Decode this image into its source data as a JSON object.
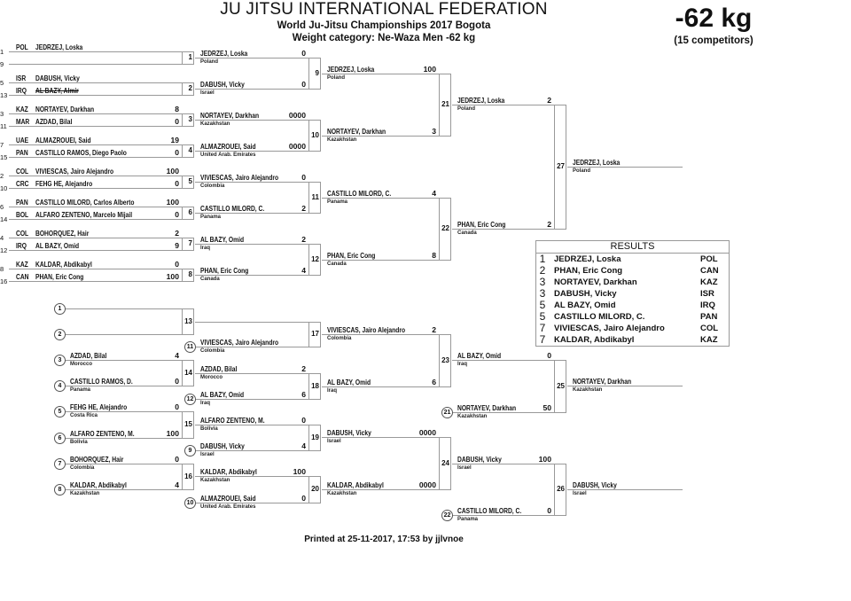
{
  "header": {
    "title": "JU JITSU INTERNATIONAL FEDERATION",
    "event": "World Ju-Jitsu Championships 2017 Bogota",
    "category": "Weight category: Ne-Waza Men -62 kg",
    "weight_class": "-62 kg",
    "competitors": "(15 competitors)"
  },
  "main_draw": {
    "round1": [
      {
        "seed": "1",
        "code": "POL",
        "name": "JEDRZEJ, Loska",
        "score": ""
      },
      {
        "seed": "9",
        "code": "",
        "name": "",
        "score": ""
      },
      {
        "seed": "5",
        "code": "ISR",
        "name": "DABUSH, Vicky",
        "score": ""
      },
      {
        "seed": "13",
        "code": "IRQ",
        "name": "AL BAZY, Almir",
        "score": "",
        "withdrawn": true
      },
      {
        "seed": "3",
        "code": "KAZ",
        "name": "NORTAYEV, Darkhan",
        "score": "8"
      },
      {
        "seed": "11",
        "code": "MAR",
        "name": "AZDAD, Bilal",
        "score": "0"
      },
      {
        "seed": "7",
        "code": "UAE",
        "name": "ALMAZROUEI, Said",
        "score": "19"
      },
      {
        "seed": "15",
        "code": "PAN",
        "name": "CASTILLO RAMOS, Diego Paolo",
        "score": "0"
      },
      {
        "seed": "2",
        "code": "COL",
        "name": "VIVIESCAS, Jairo Alejandro",
        "score": "100"
      },
      {
        "seed": "10",
        "code": "CRC",
        "name": "FEHG HE, Alejandro",
        "score": "0"
      },
      {
        "seed": "6",
        "code": "PAN",
        "name": "CASTILLO MILORD, Carlos Alberto",
        "score": "100"
      },
      {
        "seed": "14",
        "code": "BOL",
        "name": "ALFARO ZENTENO, Marcelo Mijail",
        "score": "0"
      },
      {
        "seed": "4",
        "code": "COL",
        "name": "BOHORQUEZ, Hair",
        "score": "2"
      },
      {
        "seed": "12",
        "code": "IRQ",
        "name": "AL BAZY, Omid",
        "score": "9"
      },
      {
        "seed": "8",
        "code": "KAZ",
        "name": "KALDAR, Abdikabyl",
        "score": "0"
      },
      {
        "seed": "16",
        "code": "CAN",
        "name": "PHAN, Eric Cong",
        "score": "100"
      }
    ],
    "matches1": [
      "1",
      "2",
      "3",
      "4",
      "5",
      "6",
      "7",
      "8"
    ],
    "round2": [
      {
        "name": "JEDRZEJ, Loska",
        "country": "Poland",
        "score": "0"
      },
      {
        "name": "DABUSH, Vicky",
        "country": "Israel",
        "score": "0"
      },
      {
        "name": "NORTAYEV, Darkhan",
        "country": "Kazakhstan",
        "score": "0000"
      },
      {
        "name": "ALMAZROUEI, Said",
        "country": "United Arab. Emirates",
        "score": "0000"
      },
      {
        "name": "VIVIESCAS, Jairo Alejandro",
        "country": "Colombia",
        "score": "0"
      },
      {
        "name": "CASTILLO MILORD, C.",
        "country": "Panama",
        "score": "2"
      },
      {
        "name": "AL BAZY, Omid",
        "country": "Iraq",
        "score": "2"
      },
      {
        "name": "PHAN, Eric Cong",
        "country": "Canada",
        "score": "4"
      }
    ],
    "matches2": [
      "9",
      "10",
      "11",
      "12"
    ],
    "round3": [
      {
        "name": "JEDRZEJ, Loska",
        "country": "Poland",
        "score": "100"
      },
      {
        "name": "NORTAYEV, Darkhan",
        "country": "Kazakhstan",
        "score": "3"
      },
      {
        "name": "CASTILLO MILORD, C.",
        "country": "Panama",
        "score": "4"
      },
      {
        "name": "PHAN, Eric Cong",
        "country": "Canada",
        "score": "8"
      }
    ],
    "matches3": [
      "21",
      "22"
    ],
    "round4": [
      {
        "name": "JEDRZEJ, Loska",
        "country": "Poland",
        "score": "2"
      },
      {
        "name": "PHAN, Eric Cong",
        "country": "Canada",
        "score": "2"
      }
    ],
    "matches4": [
      "27"
    ],
    "winner": {
      "name": "JEDRZEJ, Loska",
      "country": "Poland"
    }
  },
  "repechage": {
    "round1": [
      {
        "ref": "1",
        "name": "",
        "country": "",
        "score": ""
      },
      {
        "ref": "2",
        "name": "",
        "country": "",
        "score": ""
      },
      {
        "ref": "3",
        "name": "AZDAD, Bilal",
        "country": "Morocco",
        "score": "4"
      },
      {
        "ref": "4",
        "name": "CASTILLO RAMOS, D.",
        "country": "Panama",
        "score": "0"
      },
      {
        "ref": "5",
        "name": "FEHG HE, Alejandro",
        "country": "Costa Rica",
        "score": "0"
      },
      {
        "ref": "6",
        "name": "ALFARO ZENTENO, M.",
        "country": "Bolivia",
        "score": "100"
      },
      {
        "ref": "7",
        "name": "BOHORQUEZ, Hair",
        "country": "Colombia",
        "score": "0"
      },
      {
        "ref": "8",
        "name": "KALDAR, Abdikabyl",
        "country": "Kazakhstan",
        "score": "4"
      }
    ],
    "matches1": [
      "13",
      "14",
      "15",
      "16"
    ],
    "round2": [
      {
        "ref": "",
        "name": "",
        "country": "",
        "score": ""
      },
      {
        "ref": "11",
        "name": "VIVIESCAS, Jairo Alejandro",
        "country": "Colombia",
        "score": ""
      },
      {
        "ref": "",
        "name": "AZDAD, Bilal",
        "country": "Morocco",
        "score": "2"
      },
      {
        "ref": "12",
        "name": "AL BAZY, Omid",
        "country": "Iraq",
        "score": "6"
      },
      {
        "ref": "",
        "name": "ALFARO ZENTENO, M.",
        "country": "Bolivia",
        "score": "0"
      },
      {
        "ref": "9",
        "name": "DABUSH, Vicky",
        "country": "Israel",
        "score": "4"
      },
      {
        "ref": "",
        "name": "KALDAR, Abdikabyl",
        "country": "Kazakhstan",
        "score": "100"
      },
      {
        "ref": "10",
        "name": "ALMAZROUEI, Said",
        "country": "United Arab. Emirates",
        "score": "0"
      }
    ],
    "matches2": [
      "17",
      "18",
      "19",
      "20"
    ],
    "round3": [
      {
        "ref": "",
        "name": "VIVIESCAS, Jairo Alejandro",
        "country": "Colombia",
        "score": "2"
      },
      {
        "ref": "",
        "name": "AL BAZY, Omid",
        "country": "Iraq",
        "score": "6"
      },
      {
        "ref": "",
        "name": "DABUSH, Vicky",
        "country": "Israel",
        "score": "0000"
      },
      {
        "ref": "",
        "name": "KALDAR, Abdikabyl",
        "country": "Kazakhstan",
        "score": "0000"
      }
    ],
    "matches3": [
      "23",
      "24"
    ],
    "round4": [
      {
        "ref": "",
        "name": "AL BAZY, Omid",
        "country": "Iraq",
        "score": "0"
      },
      {
        "ref": "21",
        "name": "NORTAYEV, Darkhan",
        "country": "Kazakhstan",
        "score": "50"
      },
      {
        "ref": "",
        "name": "DABUSH, Vicky",
        "country": "Israel",
        "score": "100"
      },
      {
        "ref": "22",
        "name": "CASTILLO MILORD, C.",
        "country": "Panama",
        "score": "0"
      }
    ],
    "matches4": [
      "25",
      "26"
    ],
    "finals": [
      {
        "name": "NORTAYEV, Darkhan",
        "country": "Kazakhstan"
      },
      {
        "name": "DABUSH, Vicky",
        "country": "Israel"
      }
    ]
  },
  "results": {
    "title": "RESULTS",
    "rows": [
      {
        "rank": "1",
        "name": "JEDRZEJ, Loska",
        "code": "POL"
      },
      {
        "rank": "2",
        "name": "PHAN, Eric Cong",
        "code": "CAN"
      },
      {
        "rank": "3",
        "name": "NORTAYEV, Darkhan",
        "code": "KAZ"
      },
      {
        "rank": "3",
        "name": "DABUSH, Vicky",
        "code": "ISR"
      },
      {
        "rank": "5",
        "name": "AL BAZY, Omid",
        "code": "IRQ"
      },
      {
        "rank": "5",
        "name": "CASTILLO MILORD, C.",
        "code": "PAN"
      },
      {
        "rank": "7",
        "name": "VIVIESCAS, Jairo Alejandro",
        "code": "COL"
      },
      {
        "rank": "7",
        "name": "KALDAR, Abdikabyl",
        "code": "KAZ"
      }
    ]
  },
  "footer": {
    "printed": "Printed at 25-11-2017, 17:53 by jjlvnoe"
  }
}
